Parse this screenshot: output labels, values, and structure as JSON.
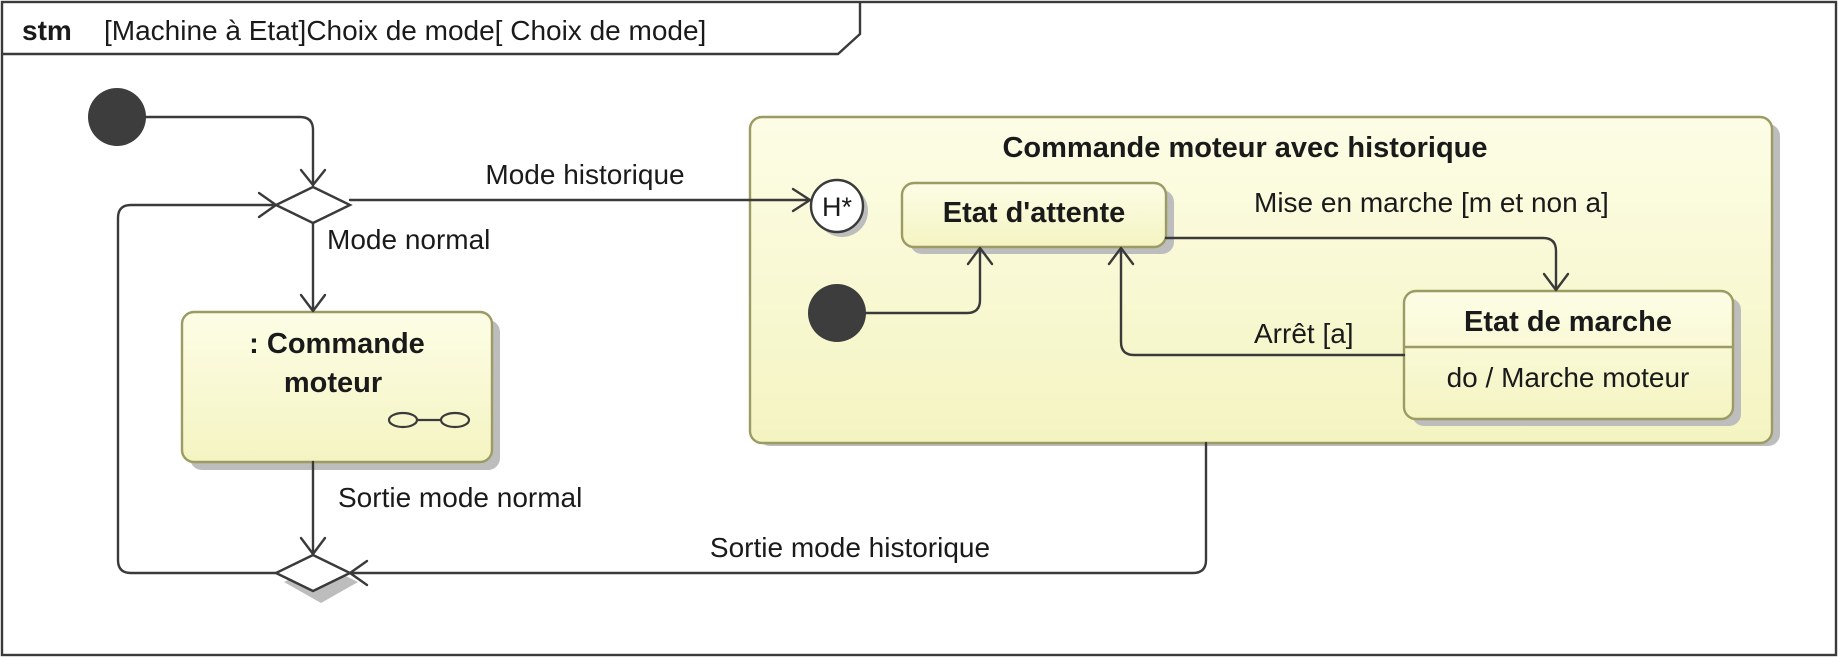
{
  "frame": {
    "keyword": "stm",
    "title": "[Machine à Etat]Choix de mode[ Choix de mode]"
  },
  "composite_state": {
    "title": "Commande moteur avec historique",
    "history_label": "H*"
  },
  "states": {
    "commande_moteur": {
      "line1": ": Commande",
      "line2": "moteur"
    },
    "etat_attente": {
      "name": "Etat d'attente"
    },
    "etat_marche": {
      "name": "Etat de marche",
      "activity": "do / Marche moteur"
    }
  },
  "transitions": {
    "mode_historique": "Mode historique",
    "mode_normal": "Mode normal",
    "sortie_mode_normal": "Sortie mode normal",
    "sortie_mode_historique": "Sortie mode historique",
    "mise_en_marche": "Mise en marche [m et non a]",
    "arret": "Arrêt [a]"
  },
  "colors": {
    "state_fill_top": "#fdfde8",
    "state_fill_bottom": "#f5f5c4",
    "state_border": "#9b9b63",
    "line": "#3a3a3a",
    "node_fill": "#3d3d3d"
  }
}
